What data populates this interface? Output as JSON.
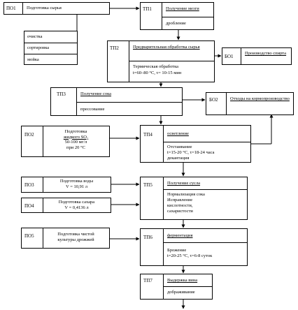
{
  "po1": {
    "code": "ПО1",
    "label": "Подготовка сырья"
  },
  "po1_items": [
    "очистка",
    "сортировка",
    "мойка"
  ],
  "tp1": {
    "code": "ТП1",
    "title": "Получение мезги",
    "sub": "дробление"
  },
  "tp2": {
    "code": "ТП2",
    "title": "Предварительная обработка сырья",
    "sub1": "Термическая обработка",
    "sub2": "t=60–80 °С, τ= 10-15 мин"
  },
  "bo1": {
    "code": "БО1",
    "label": "Производство спирта"
  },
  "tp3": {
    "code": "ТП3",
    "title": "Получение сока",
    "sub": "прессование"
  },
  "bo2": {
    "code": "БО2",
    "label": "Отходы на кормопроизводство"
  },
  "po2": {
    "code": "ПО2",
    "l1": "Подготовка",
    "l2": "жидкого SO₂",
    "l3": "50-100 мг/л",
    "l4": "при 20 °С"
  },
  "tp4": {
    "code": "ТП4",
    "title": "осветление",
    "l1": "Отстаивание",
    "l2": "t=15-20 °С, τ=18-24 часа",
    "l3": "декантация"
  },
  "po3": {
    "code": "ПО3",
    "l1": "Подготовка воды",
    "l2": "V = 10,91 л"
  },
  "po4": {
    "code": "ПО4",
    "l1": "Подготовка сахара",
    "l2": "V = 0,4136 л"
  },
  "tp5": {
    "code": "ТП5",
    "title": "Получение сусла",
    "l1": "Нормализация сока",
    "l2": "Исправление",
    "l3": "кислотности,",
    "l4": "сахаристости"
  },
  "po5": {
    "code": "ПО5",
    "l1": "Подготовка чистой",
    "l2": "культуры дрожжей"
  },
  "tp6": {
    "code": "ТП6",
    "title": "ферментация",
    "l1": "Брожение",
    "l2": "t=20-25 °С, τ=6-8 суток"
  },
  "tp7": {
    "code": "ТП7",
    "title": "Выдержка вина",
    "sub": "дображивание"
  }
}
